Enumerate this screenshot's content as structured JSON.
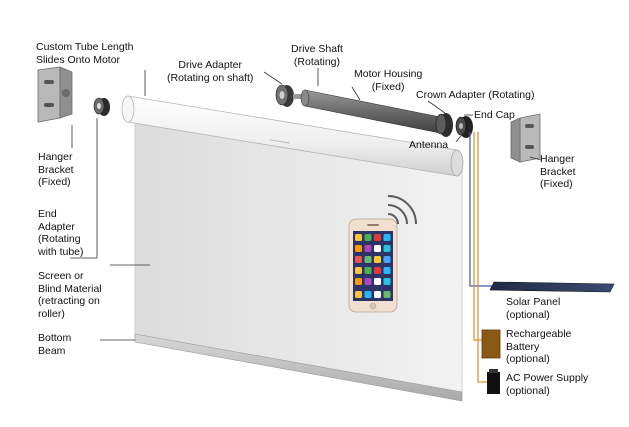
{
  "labels": {
    "custom_tube": "Custom Tube Length\nSlides Onto Motor",
    "drive_adapter": "Drive Adapter\n(Rotating on shaft)",
    "drive_shaft": "Drive Shaft\n(Rotating)",
    "motor_housing": "Motor Housing\n(Fixed)",
    "crown_adapter": "Crown Adapter (Rotating)",
    "end_cap": "End Cap",
    "antenna": "Antenna",
    "hanger_left": "Hanger\nBracket\n(Fixed)",
    "hanger_right": "Hanger\nBracket\n(Fixed)",
    "end_adapter": "End\nAdapter\n(Rotating\nwith tube)",
    "screen": "Screen or\nBlind Material\n(retracting on\nroller)",
    "bottom_beam": "Bottom\nBeam",
    "solar_panel": "Solar Panel\n(optional)",
    "battery": "Rechargeable\nBattery\n(optional)",
    "ac_power": "AC Power Supply\n(optional)"
  },
  "colors": {
    "screen": "#e6e6e6",
    "roller": "#f4f4f4",
    "motor": "#6e6e6e",
    "battery": "#8a5a14",
    "wire_orange": "#e08a2a",
    "wire_blue": "#3a5fb0",
    "leader": "#333333"
  },
  "icons": {
    "phone": "smartphone-icon",
    "wifi": "wireless-signal-icon"
  }
}
